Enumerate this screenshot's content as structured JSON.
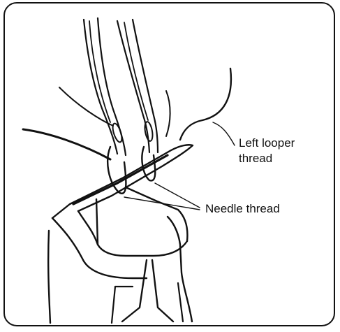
{
  "figure": {
    "labels": {
      "left_looper_line1": "Left looper",
      "left_looper_line2": "thread",
      "needle_thread": "Needle thread"
    },
    "colors": {
      "ink": "#111111",
      "paper": "#ffffff"
    }
  }
}
